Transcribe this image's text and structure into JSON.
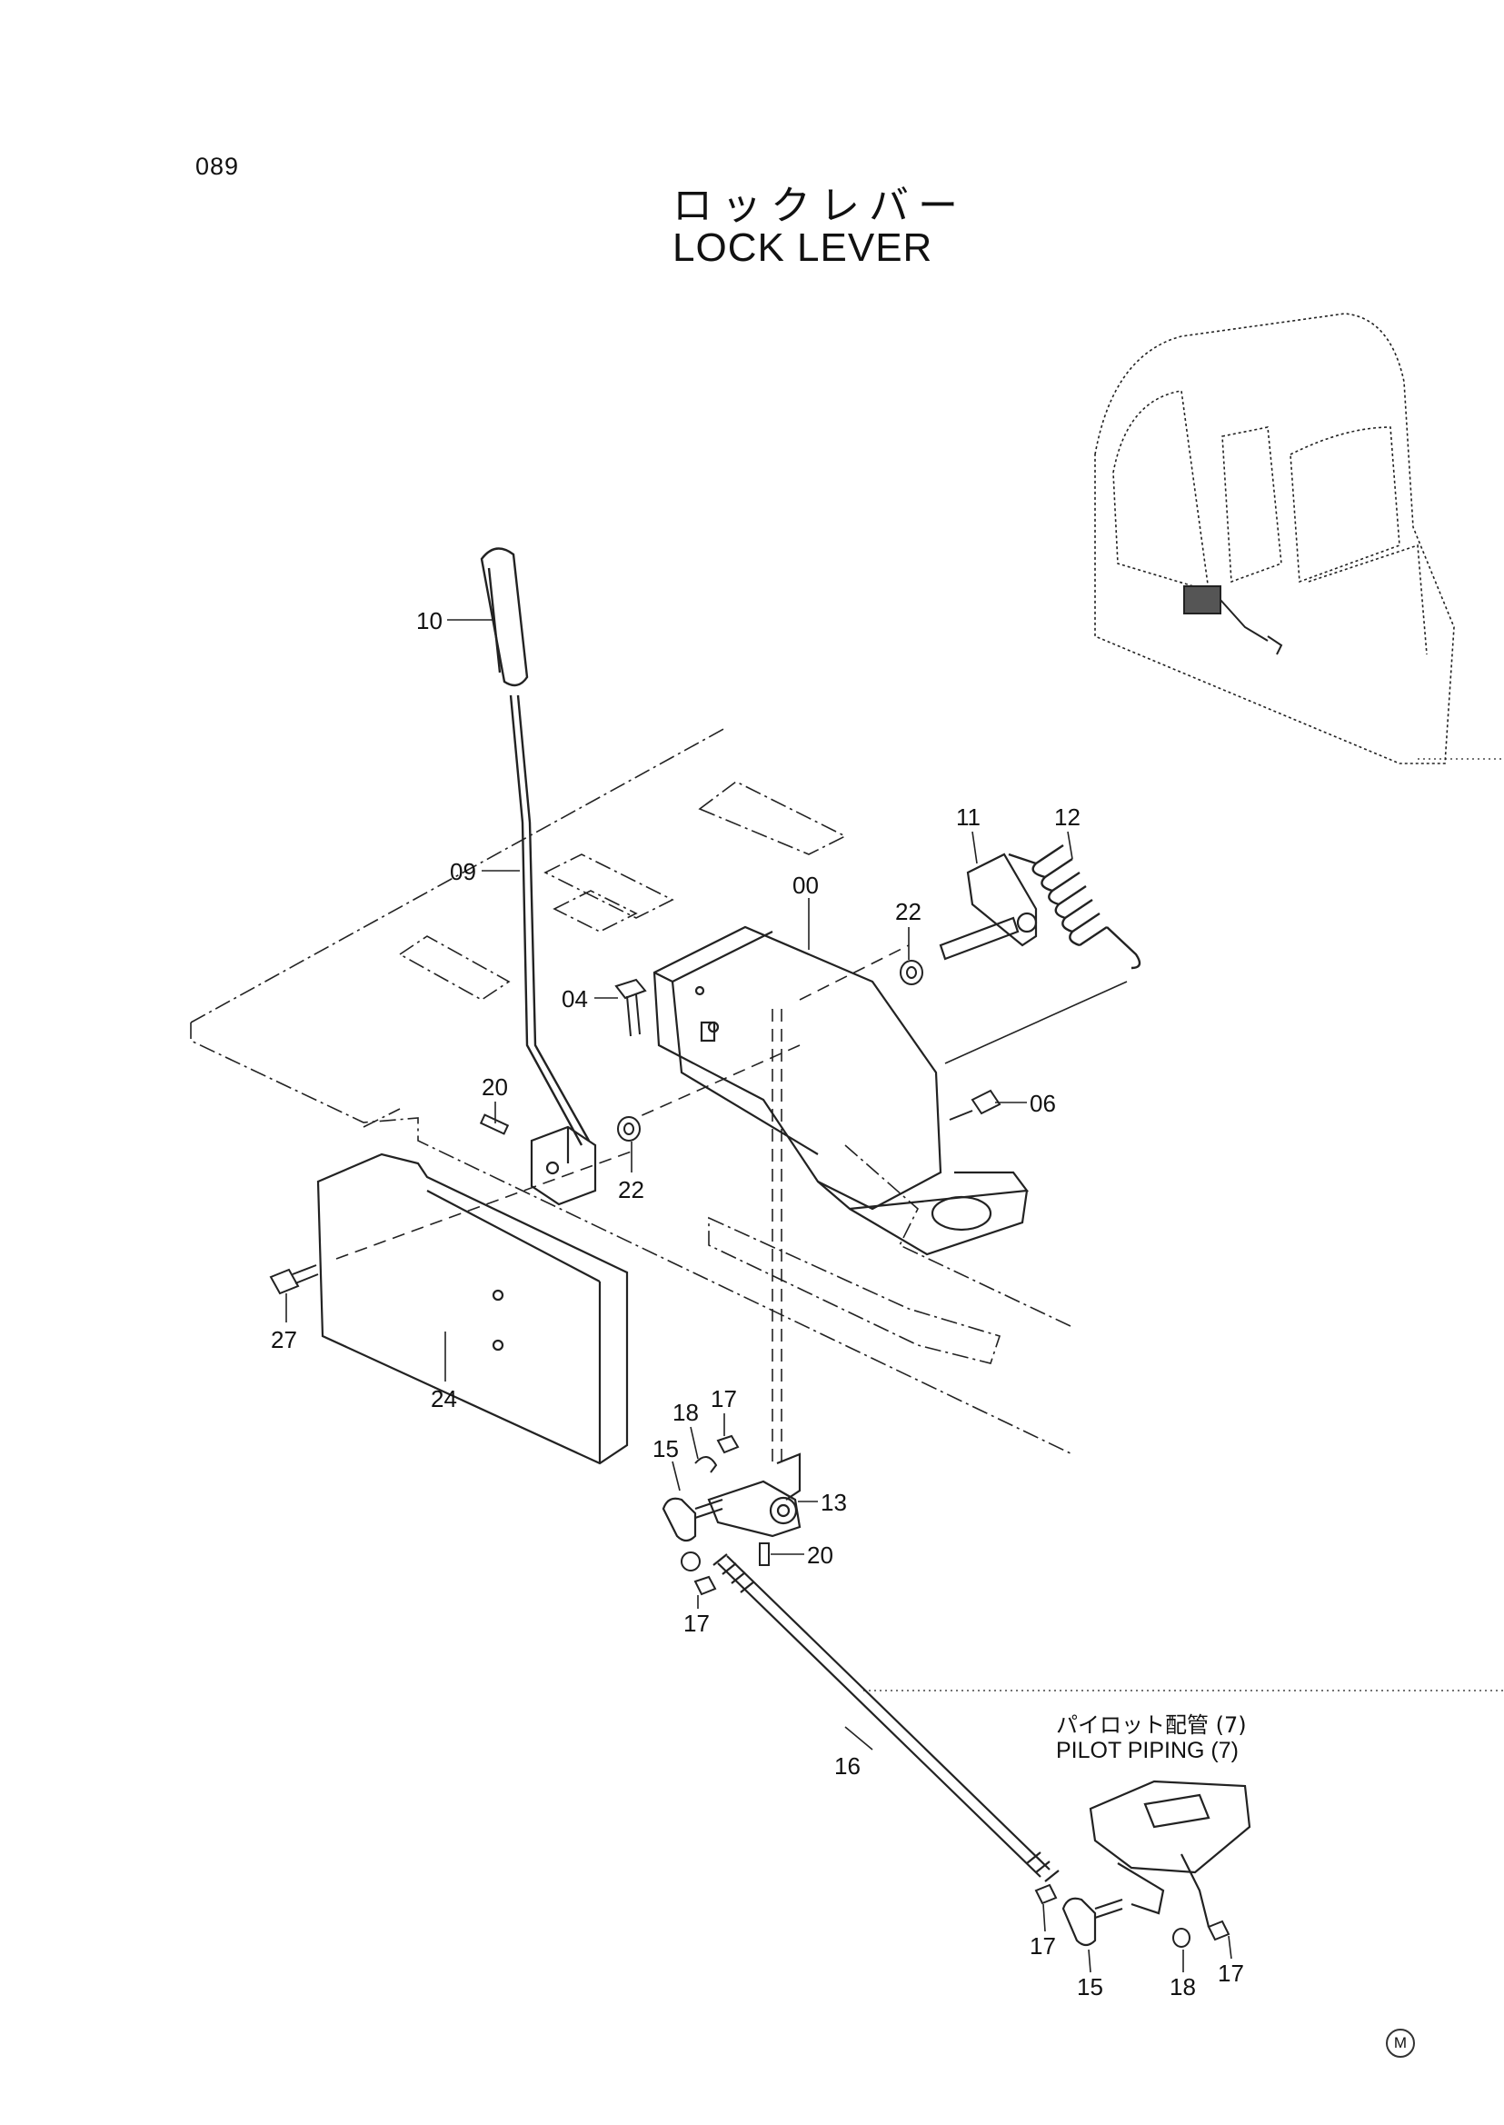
{
  "page_number": "089",
  "title_jp": "ロックレバー",
  "title_en": "LOCK LEVER",
  "callouts": [
    {
      "id": "10",
      "label": "10"
    },
    {
      "id": "09",
      "label": "09"
    },
    {
      "id": "11",
      "label": "11"
    },
    {
      "id": "12",
      "label": "12"
    },
    {
      "id": "00",
      "label": "00"
    },
    {
      "id": "22a",
      "label": "22"
    },
    {
      "id": "04",
      "label": "04"
    },
    {
      "id": "06",
      "label": "06"
    },
    {
      "id": "20a",
      "label": "20"
    },
    {
      "id": "22b",
      "label": "22"
    },
    {
      "id": "27",
      "label": "27"
    },
    {
      "id": "24",
      "label": "24"
    },
    {
      "id": "18a",
      "label": "18"
    },
    {
      "id": "17a",
      "label": "17"
    },
    {
      "id": "15a",
      "label": "15"
    },
    {
      "id": "13",
      "label": "13"
    },
    {
      "id": "20b",
      "label": "20"
    },
    {
      "id": "17b",
      "label": "17"
    },
    {
      "id": "16",
      "label": "16"
    },
    {
      "id": "17c",
      "label": "17"
    },
    {
      "id": "15b",
      "label": "15"
    },
    {
      "id": "18b",
      "label": "18"
    },
    {
      "id": "17d",
      "label": "17"
    }
  ],
  "reference": {
    "label_jp": "パイロット配管 (7)",
    "label_en": "PILOT PIPING (7)"
  },
  "maker_mark": "M"
}
